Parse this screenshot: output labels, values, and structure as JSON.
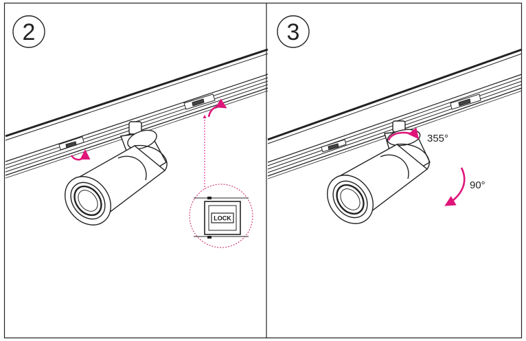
{
  "panels": [
    {
      "step": "2",
      "zoom_label": "LOCK"
    },
    {
      "step": "3",
      "rotation_horizontal": "355°",
      "rotation_vertical": "90°"
    }
  ],
  "colors": {
    "line": "#222222",
    "accent": "#e0157a",
    "zoom_circle": "#d2407f"
  }
}
